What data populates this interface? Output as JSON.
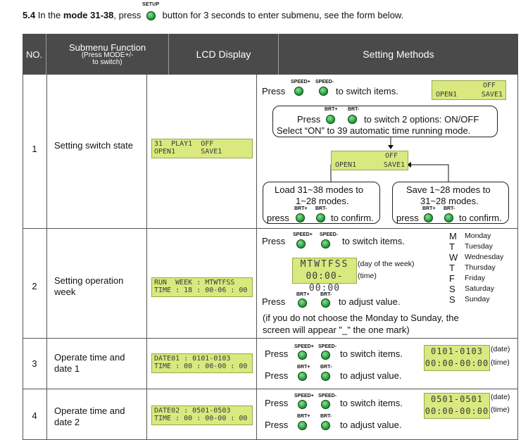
{
  "intro": {
    "section": "5.4",
    "in_the": "In the",
    "mode": "mode 31-38",
    "press": ", press",
    "setup_label": "SETUP",
    "rest": "button for 3 seconds to enter submenu, see the form below."
  },
  "header": {
    "no": "NO.",
    "function": "Submenu Function",
    "function_sub1": "(Press MODE+/-",
    "function_sub2": "to switch)",
    "lcd": "LCD Display",
    "methods": "Setting Methods"
  },
  "labels": {
    "speed_plus": "SPEED+",
    "speed_minus": "SPEED-",
    "brt_plus": "BRT+",
    "brt_minus": "BRT-",
    "press": "Press",
    "press_lower": "press"
  },
  "rows": [
    {
      "no": "1",
      "function": "Setting switch state",
      "lcd_line1": "31  PLAY1  OFF",
      "lcd_line2": "OPEN1      SAVE1",
      "switch_items": "to switch items.",
      "mini_lcd_line1": "OFF",
      "mini_lcd_line2a": "OPEN1",
      "mini_lcd_line2b": "SAVE1",
      "box_text1": "to switch 2 options: ON/OFF",
      "box_text2": "Select “ON” to 39 automatic time running mode.",
      "center_lcd_line1": "OFF",
      "center_lcd_left": "OPEN1",
      "center_lcd_right": "SAVE1",
      "load_line1": "Load 31~38 modes to",
      "load_line2": "1~28 modes.",
      "save_line1": "Save 1~28 modes to",
      "save_line2": "31~28 modes.",
      "confirm": "to confirm."
    },
    {
      "no": "2",
      "function": "Setting operation week",
      "lcd_line1": "RUN  WEEK : MTWTFSS",
      "lcd_line2": "TIME : 18 : 00-06 : 00",
      "switch_items": "to switch items.",
      "big_lcd_line1": "MTWTFSS",
      "big_lcd_line2": "00:00-00:00",
      "day_note": "(day of the week)",
      "time_note": "(time)",
      "adjust": "to adjust value.",
      "note_line1": "(if you do not choose the Monday to Sunday, the",
      "note_line2": "screen will appear \"_\" the one mark)",
      "week": [
        {
          "letter": "M",
          "day": "Monday"
        },
        {
          "letter": "T",
          "day": "Tuesday"
        },
        {
          "letter": "W",
          "day": "Wednesday"
        },
        {
          "letter": "T",
          "day": "Thursday"
        },
        {
          "letter": "F",
          "day": "Friday"
        },
        {
          "letter": "S",
          "day": "Saturday"
        },
        {
          "letter": "S",
          "day": "Sunday"
        }
      ]
    },
    {
      "no": "3",
      "function": "Operate time and date 1",
      "lcd_line1": "DATE01 : 0101-0103",
      "lcd_line2": "TIME : 00 : 00-00 : 00",
      "switch_items": "to switch items.",
      "adjust": "to adjust value.",
      "big_lcd_line1": "0101-0103",
      "big_lcd_line2": "00:00-00:00",
      "date_note": "(date)",
      "time_note": "(time)"
    },
    {
      "no": "4",
      "function": "Operate time and date 2",
      "lcd_line1": "DATE02 : 0501-0503",
      "lcd_line2": "TIME : 00 : 00-00 : 00",
      "switch_items": "to switch items.",
      "adjust": "to adjust value.",
      "big_lcd_line1": "0501-0501",
      "big_lcd_line2": "00:00-00:00",
      "date_note": "(date)",
      "time_note": "(time)"
    }
  ],
  "colors": {
    "header_bg": "#4a4a4a",
    "lcd_bg": "#d9e97f",
    "button_green": "#1f9a3a"
  }
}
